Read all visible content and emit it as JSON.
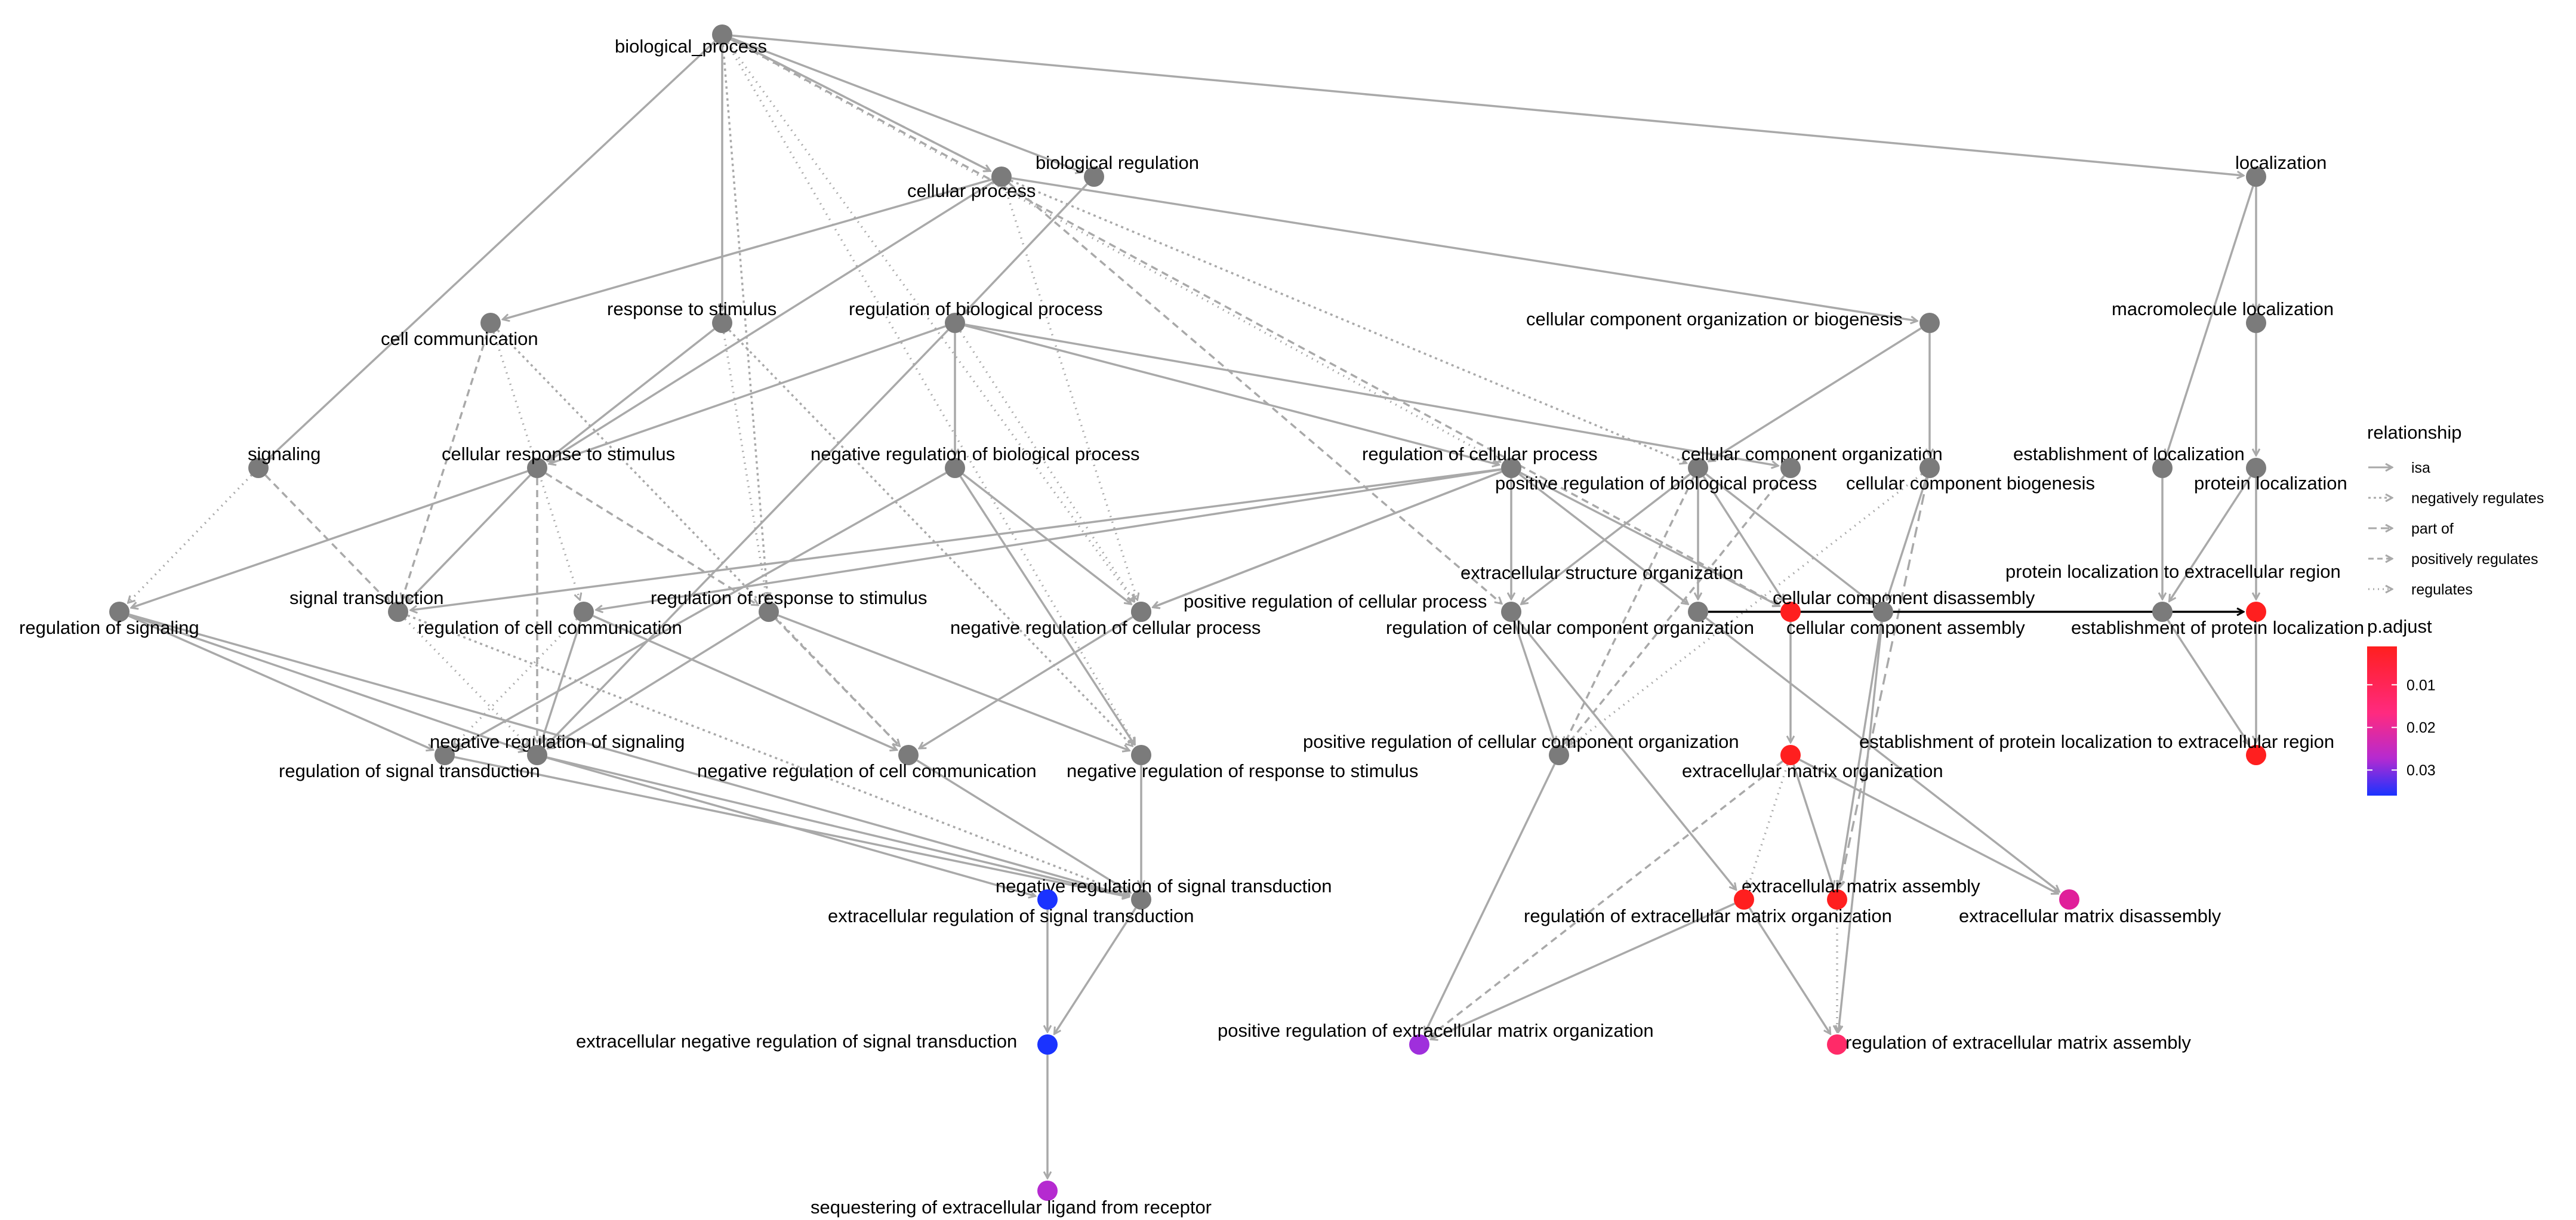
{
  "colors": {
    "background": "#ffffff",
    "edge_gray": "#a9a9a9",
    "edge_black": "#000000",
    "node_gray": "#7b7b7b",
    "scale_high": "#ff1f1f",
    "scale_mid": "#ff2a80",
    "scale_low": "#1a33ff"
  },
  "nodes": [
    {
      "id": "bp",
      "label": "biological_process",
      "color": "#7b7b7b"
    },
    {
      "id": "breg",
      "label": "biological regulation",
      "color": "#7b7b7b"
    },
    {
      "id": "cp",
      "label": "cellular process",
      "color": "#7b7b7b"
    },
    {
      "id": "loc",
      "label": "localization",
      "color": "#7b7b7b"
    },
    {
      "id": "ccom",
      "label": "cell communication",
      "color": "#7b7b7b"
    },
    {
      "id": "rts",
      "label": "response to stimulus",
      "color": "#7b7b7b"
    },
    {
      "id": "rbp",
      "label": "regulation of biological process",
      "color": "#7b7b7b"
    },
    {
      "id": "ccob",
      "label": "cellular component organization or biogenesis",
      "color": "#7b7b7b"
    },
    {
      "id": "mloc",
      "label": "macromolecule localization",
      "color": "#7b7b7b"
    },
    {
      "id": "sig",
      "label": "signaling",
      "color": "#7b7b7b"
    },
    {
      "id": "crs",
      "label": "cellular response to stimulus",
      "color": "#7b7b7b"
    },
    {
      "id": "nrbp",
      "label": "negative regulation of biological process",
      "color": "#7b7b7b"
    },
    {
      "id": "rcp",
      "label": "regulation of cellular process",
      "color": "#7b7b7b"
    },
    {
      "id": "cco",
      "label": "cellular component organization",
      "color": "#7b7b7b"
    },
    {
      "id": "prbp",
      "label": "positive regulation of biological process",
      "color": "#7b7b7b"
    },
    {
      "id": "ccb",
      "label": "cellular component biogenesis",
      "color": "#7b7b7b"
    },
    {
      "id": "eloc",
      "label": "establishment of localization",
      "color": "#7b7b7b"
    },
    {
      "id": "ploc",
      "label": "protein localization",
      "color": "#7b7b7b"
    },
    {
      "id": "rsig",
      "label": "regulation of signaling",
      "color": "#7b7b7b"
    },
    {
      "id": "st",
      "label": "signal transduction",
      "color": "#7b7b7b"
    },
    {
      "id": "rcc",
      "label": "regulation of cell communication",
      "color": "#7b7b7b"
    },
    {
      "id": "rrs",
      "label": "regulation of response to stimulus",
      "color": "#7b7b7b"
    },
    {
      "id": "prcp",
      "label": "positive regulation of cellular process",
      "color": "#7b7b7b"
    },
    {
      "id": "nrcp",
      "label": "negative regulation of cellular process",
      "color": "#7b7b7b"
    },
    {
      "id": "eso",
      "label": "extracellular structure organization",
      "color": "#ff1f1f"
    },
    {
      "id": "rcco",
      "label": "regulation of cellular component organization",
      "color": "#7b7b7b"
    },
    {
      "id": "ccd",
      "label": "cellular component disassembly",
      "color": "#7b7b7b"
    },
    {
      "id": "cca",
      "label": "cellular component assembly",
      "color": "#7b7b7b"
    },
    {
      "id": "pler",
      "label": "protein localization to extracellular region",
      "color": "#ff1f1f"
    },
    {
      "id": "epl",
      "label": "establishment of protein localization",
      "color": "#7b7b7b"
    },
    {
      "id": "nrsig",
      "label": "negative regulation of signaling",
      "color": "#7b7b7b"
    },
    {
      "id": "rst",
      "label": "regulation of signal transduction",
      "color": "#7b7b7b"
    },
    {
      "id": "nrcc",
      "label": "negative regulation of cell communication",
      "color": "#7b7b7b"
    },
    {
      "id": "nrrs",
      "label": "negative regulation of response to stimulus",
      "color": "#7b7b7b"
    },
    {
      "id": "prcco",
      "label": "positive regulation of cellular component organization",
      "color": "#7b7b7b"
    },
    {
      "id": "emo",
      "label": "extracellular matrix organization",
      "color": "#ff1f1f"
    },
    {
      "id": "epler",
      "label": "establishment of protein localization to extracellular region",
      "color": "#ff1f1f"
    },
    {
      "id": "nrst",
      "label": "negative regulation of signal transduction",
      "color": "#7b7b7b"
    },
    {
      "id": "erst",
      "label": "extracellular regulation of signal transduction",
      "color": "#1a33ff"
    },
    {
      "id": "ema",
      "label": "extracellular matrix assembly",
      "color": "#ff1f1f"
    },
    {
      "id": "remo",
      "label": "regulation of extracellular matrix organization",
      "color": "#ff1f1f"
    },
    {
      "id": "emd",
      "label": "extracellular matrix disassembly",
      "color": "#e01f9a"
    },
    {
      "id": "enrst",
      "label": "extracellular negative regulation of signal transduction",
      "color": "#1a33ff"
    },
    {
      "id": "premo",
      "label": "positive regulation of extracellular matrix organization",
      "color": "#9f2fdc"
    },
    {
      "id": "rema",
      "label": "regulation of extracellular matrix assembly",
      "color": "#ff2a68"
    },
    {
      "id": "selr",
      "label": "sequestering of extracellular ligand from receptor",
      "color": "#b52ad0"
    }
  ],
  "edges": [
    {
      "from": "bp",
      "to": "breg",
      "type": "isa"
    },
    {
      "from": "bp",
      "to": "cp",
      "type": "isa"
    },
    {
      "from": "bp",
      "to": "loc",
      "type": "isa"
    },
    {
      "from": "bp",
      "to": "rts",
      "type": "isa"
    },
    {
      "from": "bp",
      "to": "sig",
      "type": "isa"
    },
    {
      "from": "bp",
      "to": "cp",
      "type": "part of"
    },
    {
      "from": "bp",
      "to": "eso",
      "type": "positively regulates"
    },
    {
      "from": "bp",
      "to": "rcp",
      "type": "regulates"
    },
    {
      "from": "bp",
      "to": "nrcp",
      "type": "regulates"
    },
    {
      "from": "bp",
      "to": "rrs",
      "type": "negatively regulates"
    },
    {
      "from": "bp",
      "to": "nrrs",
      "type": "regulates"
    },
    {
      "from": "breg",
      "to": "rbp",
      "type": "isa"
    },
    {
      "from": "cp",
      "to": "ccom",
      "type": "isa"
    },
    {
      "from": "cp",
      "to": "crs",
      "type": "isa"
    },
    {
      "from": "cp",
      "to": "ccob",
      "type": "isa"
    },
    {
      "from": "cp",
      "to": "rcco",
      "type": "positively regulates"
    },
    {
      "from": "cp",
      "to": "nrcp",
      "type": "regulates"
    },
    {
      "from": "cp",
      "to": "cco",
      "type": "negatively regulates"
    },
    {
      "from": "loc",
      "to": "mloc",
      "type": "isa"
    },
    {
      "from": "loc",
      "to": "eloc",
      "type": "isa"
    },
    {
      "from": "mloc",
      "to": "ploc",
      "type": "isa"
    },
    {
      "from": "rts",
      "to": "crs",
      "type": "isa"
    },
    {
      "from": "rts",
      "to": "rrs",
      "type": "regulates"
    },
    {
      "from": "rts",
      "to": "nrrs",
      "type": "negatively regulates"
    },
    {
      "from": "ccom",
      "to": "st",
      "type": "positively regulates"
    },
    {
      "from": "ccom",
      "to": "rcc",
      "type": "regulates"
    },
    {
      "from": "ccom",
      "to": "nrcc",
      "type": "negatively regulates"
    },
    {
      "from": "sig",
      "to": "st",
      "type": "positively regulates"
    },
    {
      "from": "sig",
      "to": "rsig",
      "type": "regulates"
    },
    {
      "from": "sig",
      "to": "rsig",
      "type": "regulates"
    },
    {
      "from": "rbp",
      "to": "crs",
      "type": "isa"
    },
    {
      "from": "rbp",
      "to": "nrbp",
      "type": "isa"
    },
    {
      "from": "rbp",
      "to": "rcp",
      "type": "isa"
    },
    {
      "from": "rbp",
      "to": "prbp",
      "type": "isa"
    },
    {
      "from": "rbp",
      "to": "rst",
      "type": "isa"
    },
    {
      "from": "rbp",
      "to": "prcp",
      "type": "regulates"
    },
    {
      "from": "ccob",
      "to": "cco",
      "type": "isa"
    },
    {
      "from": "ccob",
      "to": "ccb",
      "type": "isa"
    },
    {
      "from": "crs",
      "to": "st",
      "type": "isa"
    },
    {
      "from": "crs",
      "to": "rsig",
      "type": "isa"
    },
    {
      "from": "crs",
      "to": "rrs",
      "type": "positively regulates"
    },
    {
      "from": "crs",
      "to": "rst",
      "type": "positively regulates"
    },
    {
      "from": "nrbp",
      "to": "nrcp",
      "type": "isa"
    },
    {
      "from": "nrbp",
      "to": "nrsig",
      "type": "isa"
    },
    {
      "from": "nrbp",
      "to": "nrrs",
      "type": "isa"
    },
    {
      "from": "rcp",
      "to": "rcc",
      "type": "isa"
    },
    {
      "from": "rcp",
      "to": "st",
      "type": "isa"
    },
    {
      "from": "rcp",
      "to": "prcp",
      "type": "isa"
    },
    {
      "from": "rcp",
      "to": "nrcp",
      "type": "isa"
    },
    {
      "from": "rcp",
      "to": "rcco",
      "type": "isa"
    },
    {
      "from": "rcp",
      "to": "eso",
      "type": "isa"
    },
    {
      "from": "rcp",
      "to": "ccd",
      "type": "isa"
    },
    {
      "from": "cco",
      "to": "rcco",
      "type": "isa"
    },
    {
      "from": "cco",
      "to": "eso",
      "type": "isa"
    },
    {
      "from": "cco",
      "to": "cca",
      "type": "isa"
    },
    {
      "from": "cco",
      "to": "ccd",
      "type": "isa"
    },
    {
      "from": "cco",
      "to": "prcco",
      "type": "positively regulates"
    },
    {
      "from": "ccb",
      "to": "cca",
      "type": "isa"
    },
    {
      "from": "ccb",
      "to": "ema",
      "type": "part of"
    },
    {
      "from": "ccb",
      "to": "prcco",
      "type": "regulates"
    },
    {
      "from": "eloc",
      "to": "epl",
      "type": "isa"
    },
    {
      "from": "ploc",
      "to": "pler",
      "type": "isa"
    },
    {
      "from": "ploc",
      "to": "epl",
      "type": "isa"
    },
    {
      "from": "ccd",
      "to": "pler",
      "type": "isa",
      "highlight": true
    },
    {
      "from": "prbp",
      "to": "prcco",
      "type": "positively regulates"
    },
    {
      "from": "rsig",
      "to": "rst",
      "type": "isa"
    },
    {
      "from": "rsig",
      "to": "nrsig",
      "type": "isa"
    },
    {
      "from": "rsig",
      "to": "nrst",
      "type": "isa"
    },
    {
      "from": "st",
      "to": "rst",
      "type": "regulates"
    },
    {
      "from": "st",
      "to": "nrst",
      "type": "negatively regulates"
    },
    {
      "from": "rcc",
      "to": "rst",
      "type": "isa"
    },
    {
      "from": "rcc",
      "to": "nrcc",
      "type": "isa"
    },
    {
      "from": "rcc",
      "to": "nrsig",
      "type": "regulates"
    },
    {
      "from": "rrs",
      "to": "rst",
      "type": "isa"
    },
    {
      "from": "rrs",
      "to": "nrrs",
      "type": "isa"
    },
    {
      "from": "rrs",
      "to": "nrcc",
      "type": "positively regulates"
    },
    {
      "from": "nrcp",
      "to": "nrcc",
      "type": "isa"
    },
    {
      "from": "nrsig",
      "to": "nrst",
      "type": "isa"
    },
    {
      "from": "nrcc",
      "to": "nrst",
      "type": "isa"
    },
    {
      "from": "nrrs",
      "to": "nrst",
      "type": "isa"
    },
    {
      "from": "rst",
      "to": "nrst",
      "type": "isa"
    },
    {
      "from": "rst",
      "to": "erst",
      "type": "isa"
    },
    {
      "from": "rcco",
      "to": "prcco",
      "type": "isa"
    },
    {
      "from": "rcco",
      "to": "remo",
      "type": "isa"
    },
    {
      "from": "eso",
      "to": "emo",
      "type": "isa"
    },
    {
      "from": "prcco",
      "to": "premo",
      "type": "isa"
    },
    {
      "from": "emo",
      "to": "ema",
      "type": "isa"
    },
    {
      "from": "emo",
      "to": "emd",
      "type": "isa"
    },
    {
      "from": "emo",
      "to": "remo",
      "type": "regulates"
    },
    {
      "from": "emo",
      "to": "premo",
      "type": "positively regulates"
    },
    {
      "from": "cca",
      "to": "ema",
      "type": "isa"
    },
    {
      "from": "cca",
      "to": "rema",
      "type": "isa"
    },
    {
      "from": "ccd",
      "to": "emd",
      "type": "isa"
    },
    {
      "from": "pler",
      "to": "epler",
      "type": "isa"
    },
    {
      "from": "epl",
      "to": "epler",
      "type": "isa"
    },
    {
      "from": "nrst",
      "to": "enrst",
      "type": "isa"
    },
    {
      "from": "erst",
      "to": "enrst",
      "type": "isa"
    },
    {
      "from": "enrst",
      "to": "selr",
      "type": "isa"
    },
    {
      "from": "remo",
      "to": "premo",
      "type": "isa"
    },
    {
      "from": "remo",
      "to": "rema",
      "type": "isa"
    },
    {
      "from": "ema",
      "to": "rema",
      "type": "regulates"
    }
  ],
  "legend_relationship": {
    "title": "relationship",
    "items": [
      {
        "label": "isa",
        "style": "solid"
      },
      {
        "label": "negatively regulates",
        "style": "dotted"
      },
      {
        "label": "part of",
        "style": "longdash"
      },
      {
        "label": "positively regulates",
        "style": "dashed"
      },
      {
        "label": "regulates",
        "style": "finedot"
      }
    ]
  },
  "legend_padjust": {
    "title": "p.adjust",
    "ticks": [
      "0.01",
      "0.02",
      "0.03"
    ],
    "tick_values": [
      0.01,
      0.02,
      0.03
    ],
    "domain": [
      0.001,
      0.036
    ]
  }
}
